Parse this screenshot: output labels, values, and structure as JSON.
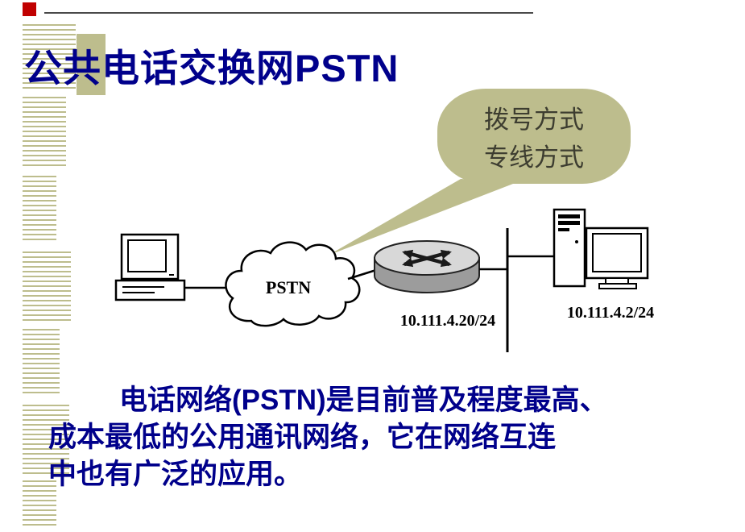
{
  "title": "公共电话交换网PSTN",
  "callout": {
    "line1": "拨号方式",
    "line2": "专线方式"
  },
  "diagram": {
    "cloud_label": "PSTN",
    "router_ip": "10.111.4.20/24",
    "host_ip": "10.111.4.2/24"
  },
  "body": {
    "lines": [
      "电话网络(PSTN)是目前普及程度最高、",
      "成本最低的公用通讯网络，它在网络互连",
      "中也有广泛的应用。"
    ]
  },
  "colors": {
    "title_text": "#00008b",
    "body_text": "#00008b",
    "khaki_accent": "#bdbd8d",
    "red_accent": "#c00000"
  }
}
